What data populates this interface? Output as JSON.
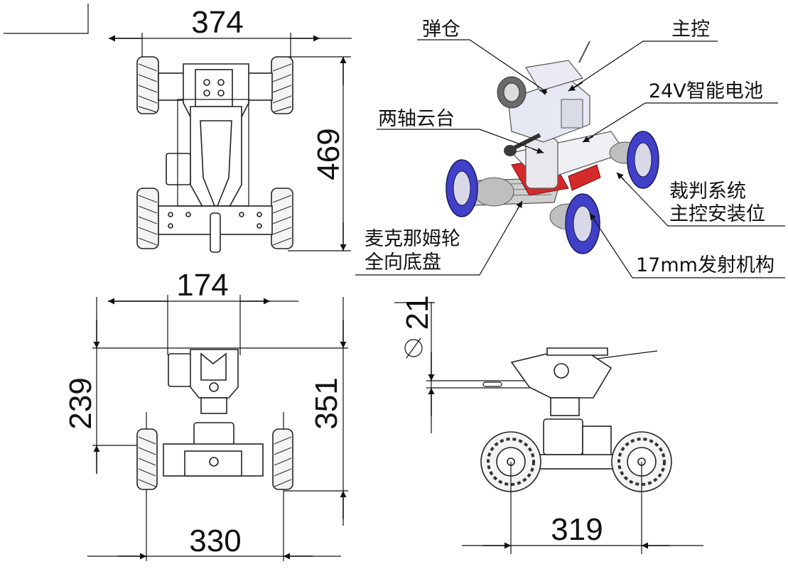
{
  "dimensions": {
    "top_width": "374",
    "top_length": "469",
    "front_gimbal_width": "174",
    "front_gimbal_height": "239",
    "front_total_height": "351",
    "front_track": "330",
    "side_barrel_diameter": "21",
    "side_wheelbase": "319",
    "diameter_symbol": "⌀"
  },
  "labels": {
    "magazine": "弹仓",
    "main_control": "主控",
    "battery": "24V智能电池",
    "gimbal": "两轴云台",
    "referee_line1": "裁判系统",
    "referee_line2": "主控安装位",
    "chassis_line1": "麦克那姆轮",
    "chassis_line2": "全向底盘",
    "shooter": "17mm发射机构"
  },
  "colors": {
    "wheel_blue": "#4040c8",
    "red_accent": "#d42a2a",
    "line": "#111111"
  }
}
